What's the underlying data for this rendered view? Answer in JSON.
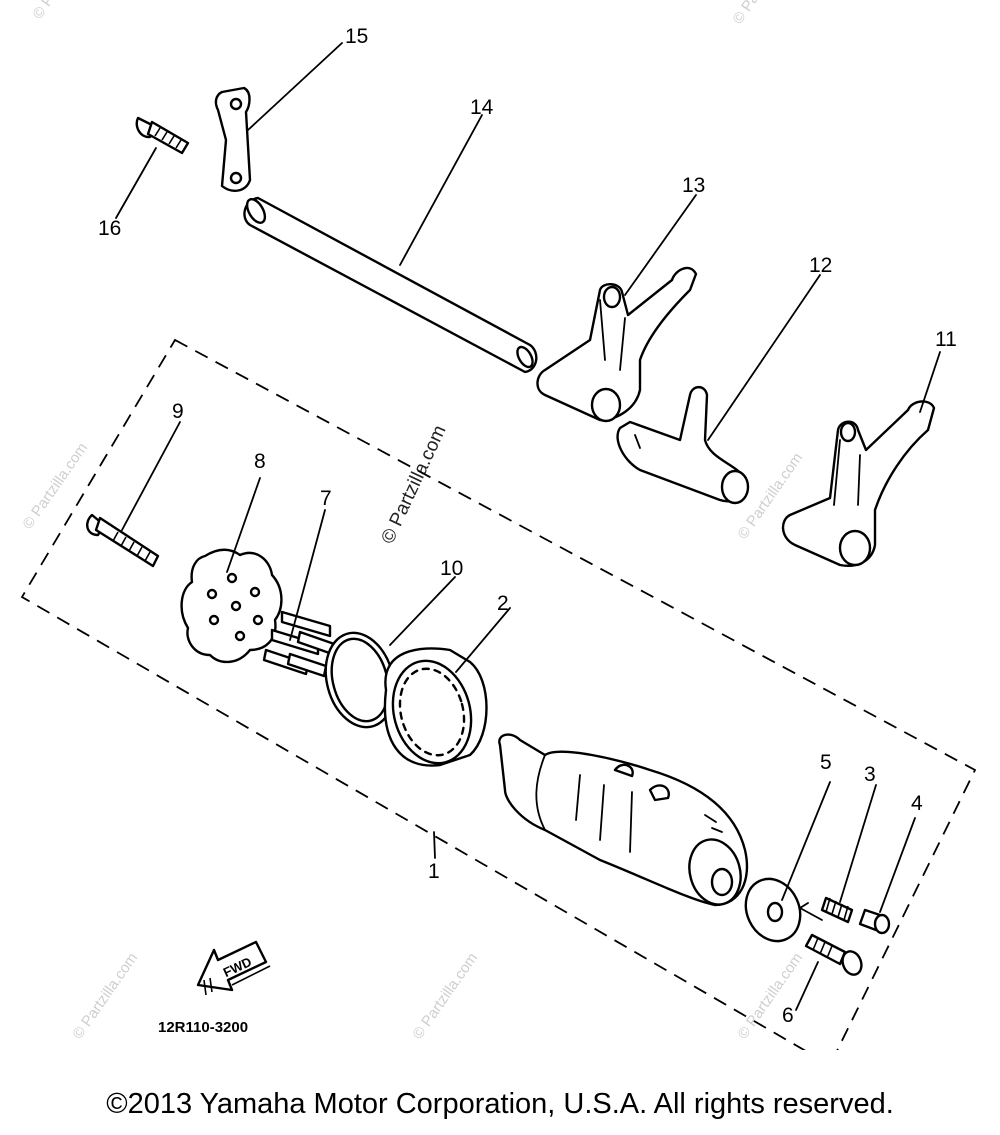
{
  "diagram": {
    "callouts": [
      "1",
      "2",
      "3",
      "4",
      "5",
      "6",
      "7",
      "8",
      "9",
      "10",
      "11",
      "12",
      "13",
      "14",
      "15",
      "16"
    ],
    "part_code": "12R110-3200",
    "fwd_label": "FWD",
    "watermark": "© Partzilla.com"
  },
  "footer": {
    "copyright": "©2013 Yamaha Motor Corporation, U.S.A. All rights reserved."
  }
}
